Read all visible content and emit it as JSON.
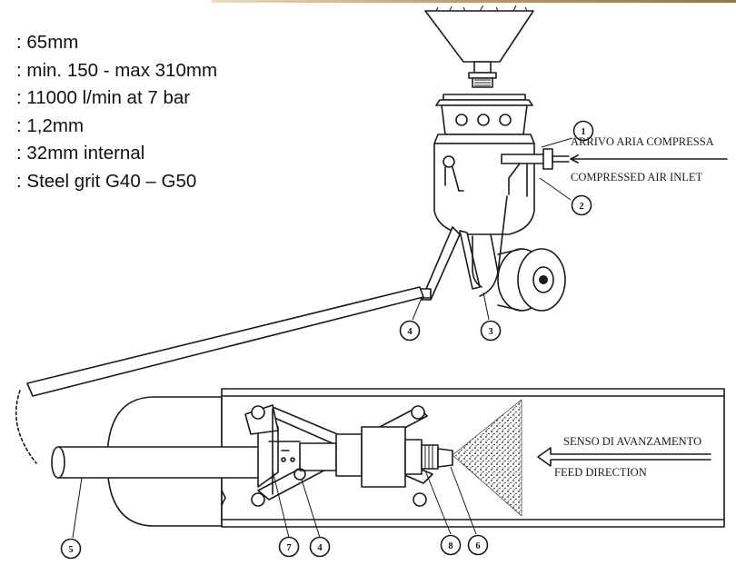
{
  "specs": [
    ": 65mm",
    ": min. 150  - max 310mm",
    ": 11000 l/min at 7 bar",
    ": 1,2mm",
    ": 32mm internal",
    ": Steel grit G40 – G50"
  ],
  "labels": {
    "air_inlet_it": "ARRIVO ARIA COMPRESSA",
    "air_inlet_en": "COMPRESSED AIR INLET",
    "feed_it": "SENSO DI AVANZAMENTO",
    "feed_en": "FEED DIRECTION"
  },
  "callouts": [
    "1",
    "2",
    "3",
    "4",
    "5",
    "4",
    "7",
    "8",
    "6"
  ],
  "colors": {
    "top_band": "#b59a72",
    "ink": "#1a1a1a"
  }
}
